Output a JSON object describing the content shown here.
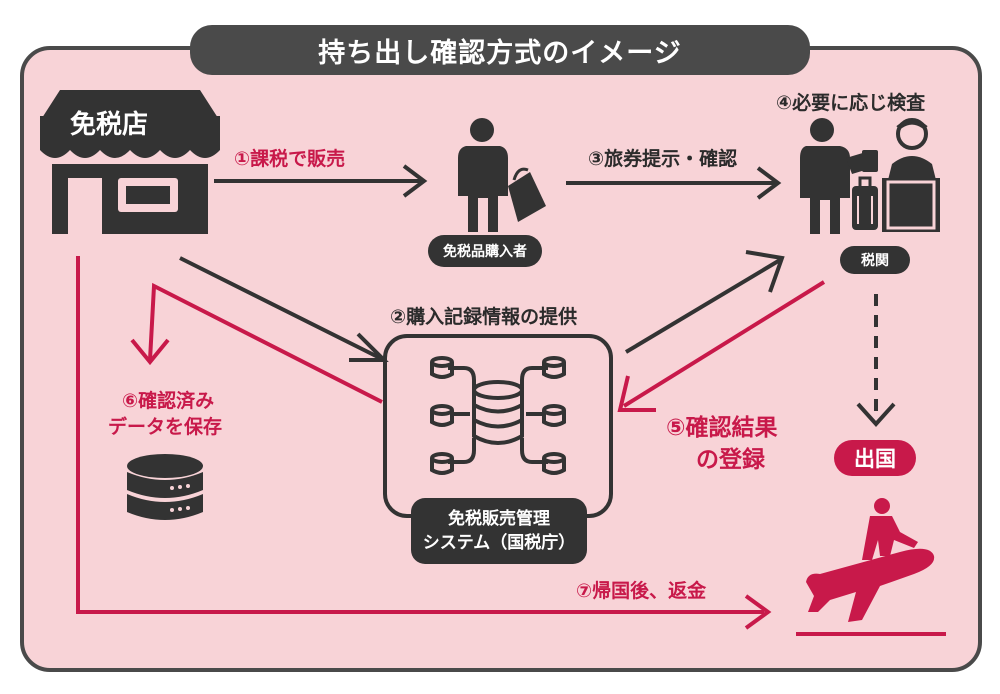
{
  "title": "持ち出し確認方式のイメージ",
  "nodes": {
    "shop": "免税店",
    "buyer": "免税品購入者",
    "customs": "税関",
    "system_line1": "免税販売管理",
    "system_line2": "システム（国税庁）",
    "departure": "出国"
  },
  "steps": {
    "s1": "①課税で販売",
    "s2": "②購入記録情報の提供",
    "s3": "③旅券提示・確認",
    "s4": "④必要に応じ検査",
    "s5_line1": "⑤確認結果",
    "s5_line2": "の登録",
    "s6_line1": "⑥確認済み",
    "s6_line2": "データを保存",
    "s7": "⑦帰国後、返金"
  },
  "colors": {
    "background": "#f8d3d7",
    "dark": "#333333",
    "accent": "#c8194a",
    "title_pill": "#4a4a4a"
  },
  "icons": [
    "storefront-icon",
    "shopper-icon",
    "customs-inspection-icon",
    "database-network-icon",
    "database-icon",
    "airplane-takeoff-icon"
  ]
}
